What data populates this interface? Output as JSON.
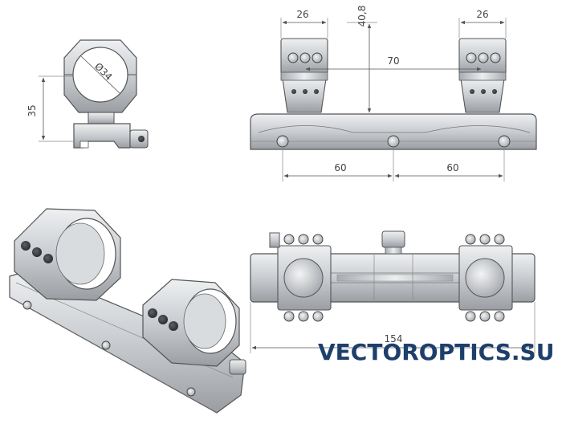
{
  "views": {
    "side": {
      "diameter_label": "Ø34",
      "height_label": "35"
    },
    "front": {
      "ring_width_left": "26",
      "ring_width_right": "26",
      "height_label": "40,8",
      "ring_spacing": "70",
      "slot_spacing_left": "60",
      "slot_spacing_right": "60"
    },
    "top": {
      "length_label": "154"
    }
  },
  "brand": {
    "text": "VECTOROPTICS.SU",
    "color": "#1d3f6b"
  }
}
